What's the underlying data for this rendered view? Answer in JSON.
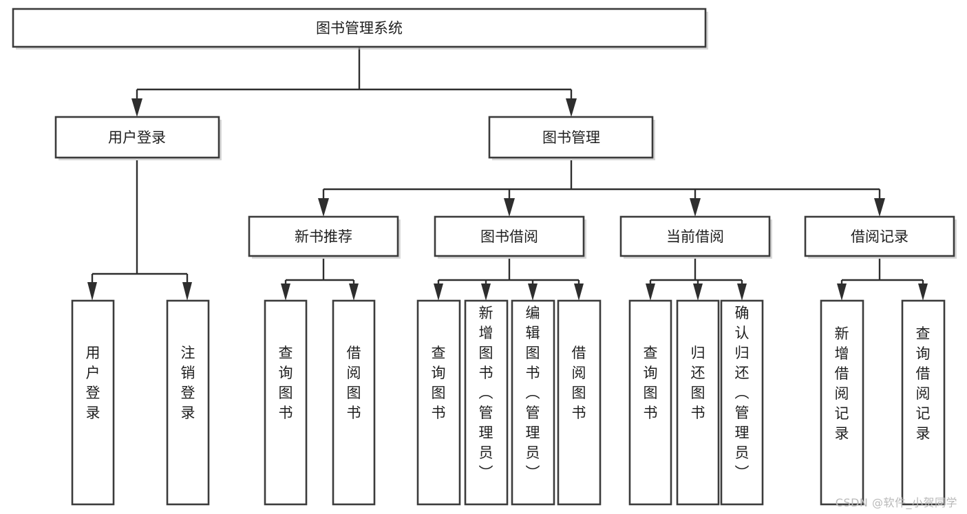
{
  "diagram": {
    "title": "图书管理系统",
    "watermark": "CSDN @软件_小贺同学",
    "colors": {
      "box_stroke": "#3b3b3b",
      "box_fill": "#ffffff",
      "connector": "#2e2e2e",
      "text": "#1f1f1f",
      "watermark": "#b9b9b9",
      "background": "#ffffff"
    },
    "nodes": {
      "root": {
        "label": "图书管理系统",
        "orientation": "horizontal"
      },
      "level2": [
        {
          "id": "user-login",
          "label": "用户登录",
          "orientation": "horizontal"
        },
        {
          "id": "book-management",
          "label": "图书管理",
          "orientation": "horizontal"
        }
      ],
      "level3": [
        {
          "id": "new-book-recommend",
          "label": "新书推荐",
          "orientation": "horizontal"
        },
        {
          "id": "book-borrow",
          "label": "图书借阅",
          "orientation": "horizontal"
        },
        {
          "id": "current-borrow",
          "label": "当前借阅",
          "orientation": "horizontal"
        },
        {
          "id": "borrow-record",
          "label": "借阅记录",
          "orientation": "horizontal"
        }
      ],
      "leaves": [
        {
          "id": "leaf-user-login",
          "label": "用户登录",
          "parent": "user-login",
          "orientation": "vertical"
        },
        {
          "id": "leaf-logout",
          "label": "注销登录",
          "parent": "user-login",
          "orientation": "vertical"
        },
        {
          "id": "leaf-query-book-1",
          "label": "查询图书",
          "parent": "new-book-recommend",
          "orientation": "vertical"
        },
        {
          "id": "leaf-borrow-book-1",
          "label": "借阅图书",
          "parent": "new-book-recommend",
          "orientation": "vertical"
        },
        {
          "id": "leaf-query-book-2",
          "label": "查询图书",
          "parent": "book-borrow",
          "orientation": "vertical"
        },
        {
          "id": "leaf-add-book",
          "label": "新增图书（管理员）",
          "parent": "book-borrow",
          "orientation": "vertical"
        },
        {
          "id": "leaf-edit-book",
          "label": "编辑图书（管理员）",
          "parent": "book-borrow",
          "orientation": "vertical"
        },
        {
          "id": "leaf-borrow-book-2",
          "label": "借阅图书",
          "parent": "book-borrow",
          "orientation": "vertical"
        },
        {
          "id": "leaf-query-book-3",
          "label": "查询图书",
          "parent": "current-borrow",
          "orientation": "vertical"
        },
        {
          "id": "leaf-return-book",
          "label": "归还图书",
          "parent": "current-borrow",
          "orientation": "vertical"
        },
        {
          "id": "leaf-confirm-return",
          "label": "确认归还（管理员）",
          "parent": "current-borrow",
          "orientation": "vertical"
        },
        {
          "id": "leaf-add-record",
          "label": "新增借阅记录",
          "parent": "borrow-record",
          "orientation": "vertical"
        },
        {
          "id": "leaf-query-record",
          "label": "查询借阅记录",
          "parent": "borrow-record",
          "orientation": "vertical"
        }
      ]
    }
  }
}
